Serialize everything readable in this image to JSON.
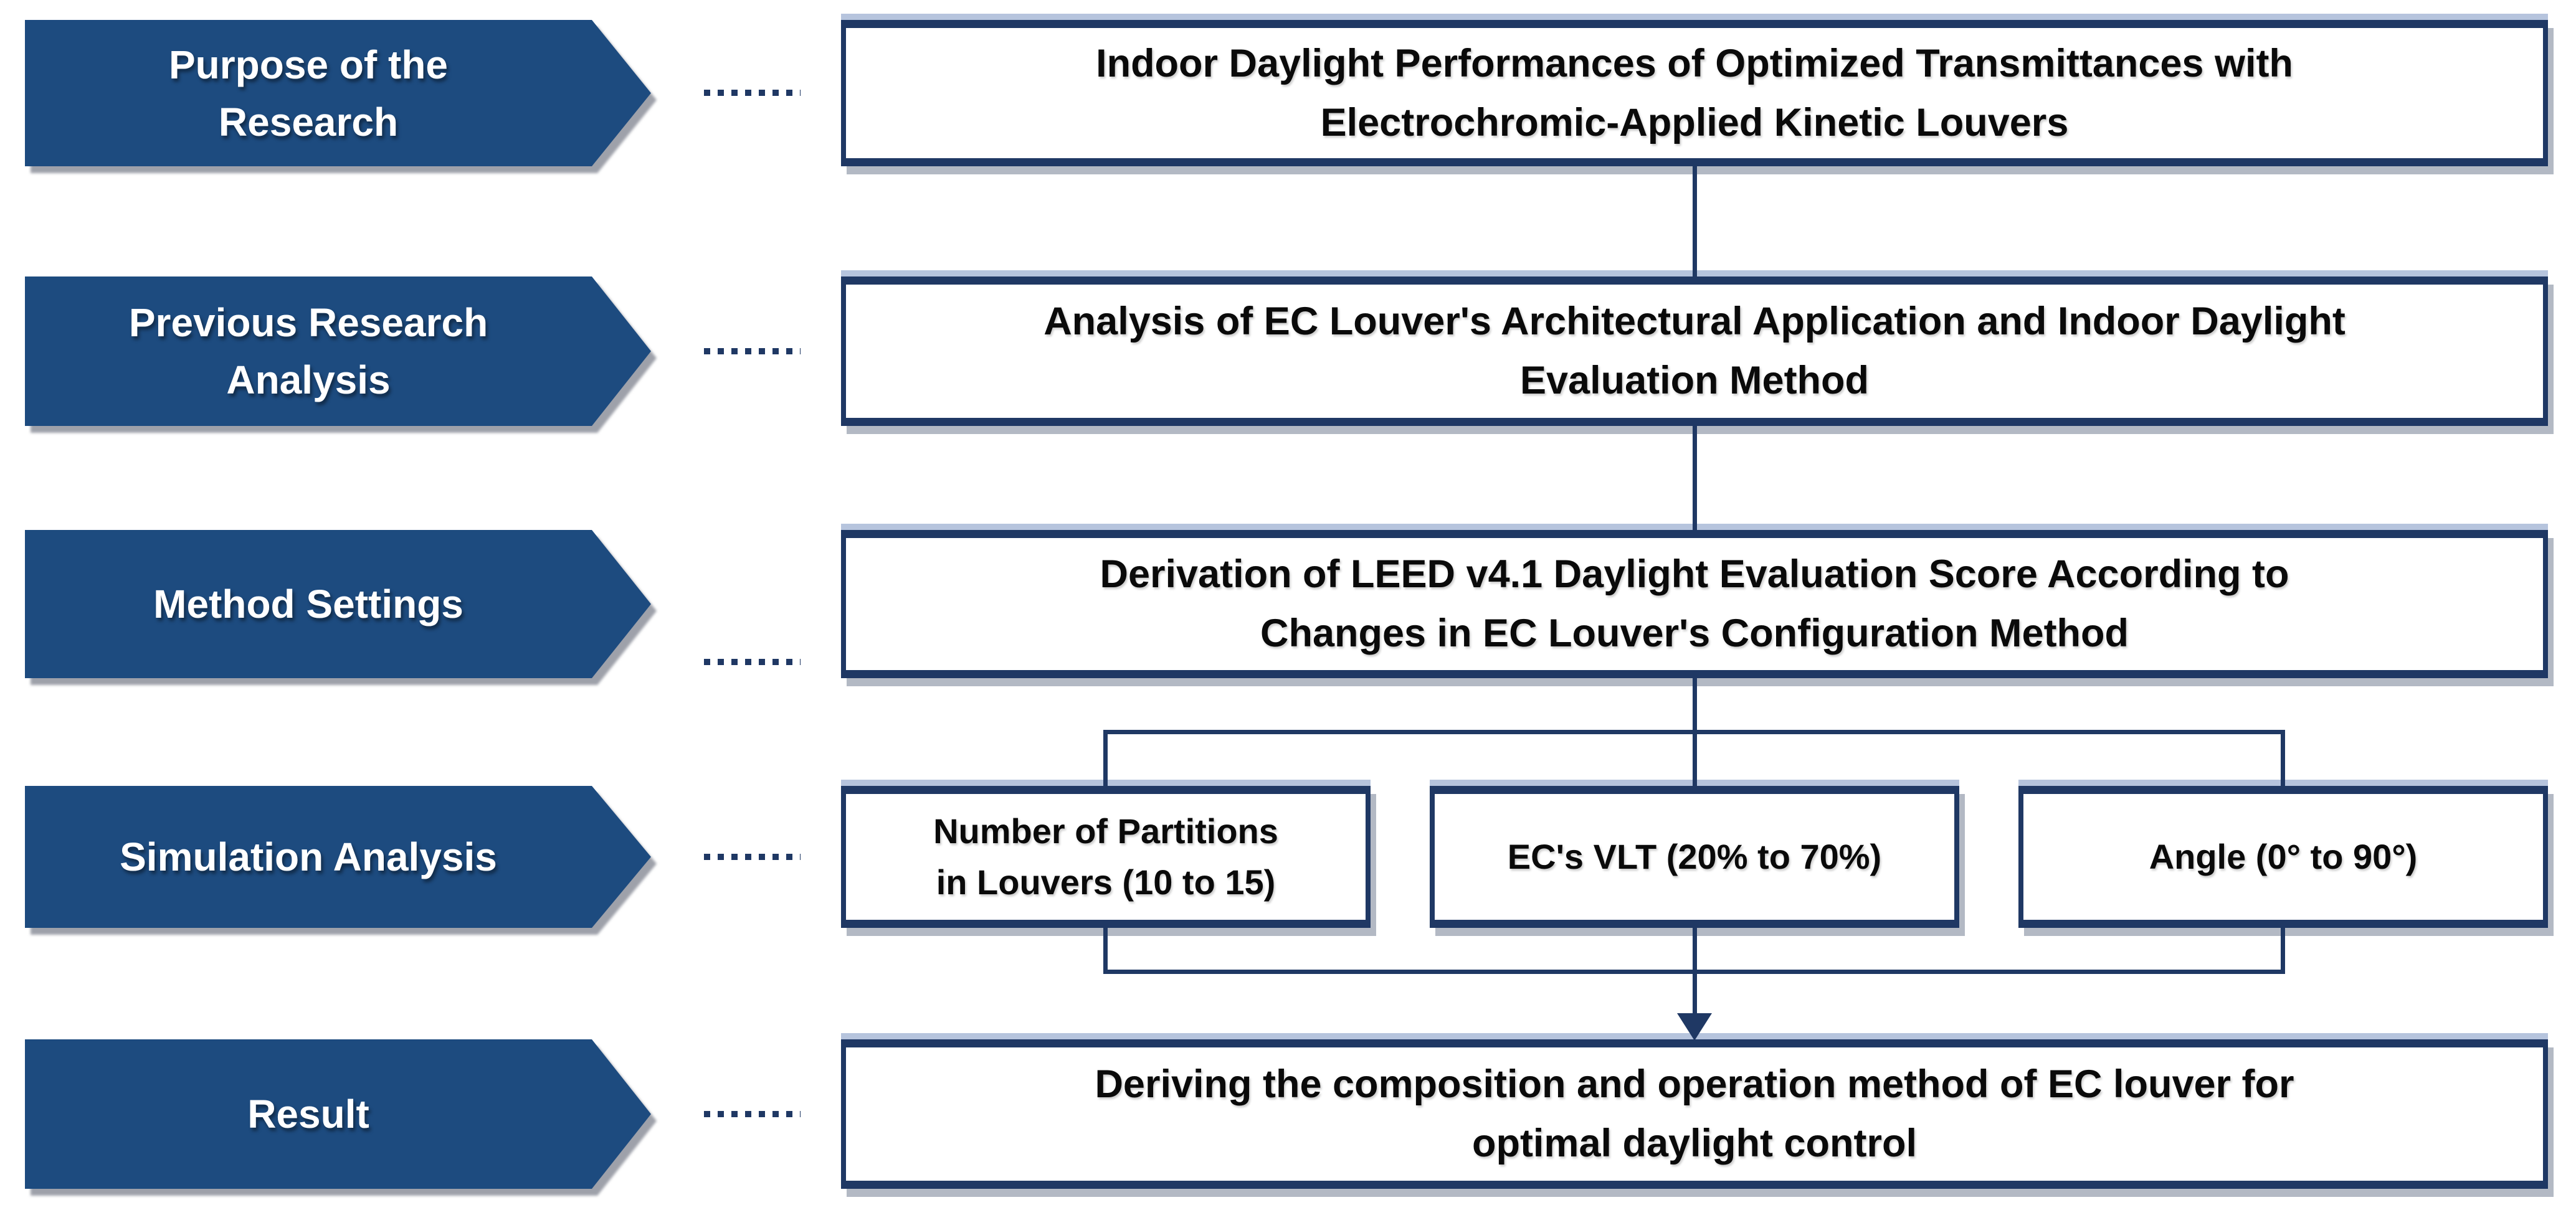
{
  "colors": {
    "arrow_fill": "#1d4b7f",
    "box_border": "#1f3864",
    "connector": "#1f3864",
    "arrow_text": "#ffffff",
    "box_text": "#0a0a0a",
    "shadow_top": "#b6c4dd",
    "shadow_bottom": "#b3b9c4",
    "background": "#ffffff"
  },
  "stages": [
    {
      "label_lines": [
        "Purpose of the",
        "Research"
      ]
    },
    {
      "label_lines": [
        "Previous Research",
        "Analysis"
      ]
    },
    {
      "label_lines": [
        "Method Settings"
      ]
    },
    {
      "label_lines": [
        "Simulation Analysis"
      ]
    },
    {
      "label_lines": [
        "Result"
      ]
    }
  ],
  "boxes": {
    "purpose": {
      "lines": [
        "Indoor Daylight Performances of Optimized Transmittances with",
        "Electrochromic-Applied Kinetic Louvers"
      ]
    },
    "previous": {
      "lines": [
        "Analysis of EC Louver's Architectural Application and Indoor Daylight",
        "Evaluation Method"
      ]
    },
    "method": {
      "lines": [
        "Derivation of LEED v4.1 Daylight Evaluation Score According to",
        "Changes in EC Louver's Configuration Method"
      ]
    },
    "simulation": [
      {
        "lines": [
          "Number of Partitions",
          "in Louvers (10 to 15)"
        ]
      },
      {
        "lines": [
          "EC's VLT (20% to 70%)"
        ]
      },
      {
        "lines": [
          "Angle (0° to 90°)"
        ]
      }
    ],
    "result": {
      "lines": [
        "Deriving the composition and operation method of EC louver for",
        "optimal daylight control"
      ]
    }
  }
}
